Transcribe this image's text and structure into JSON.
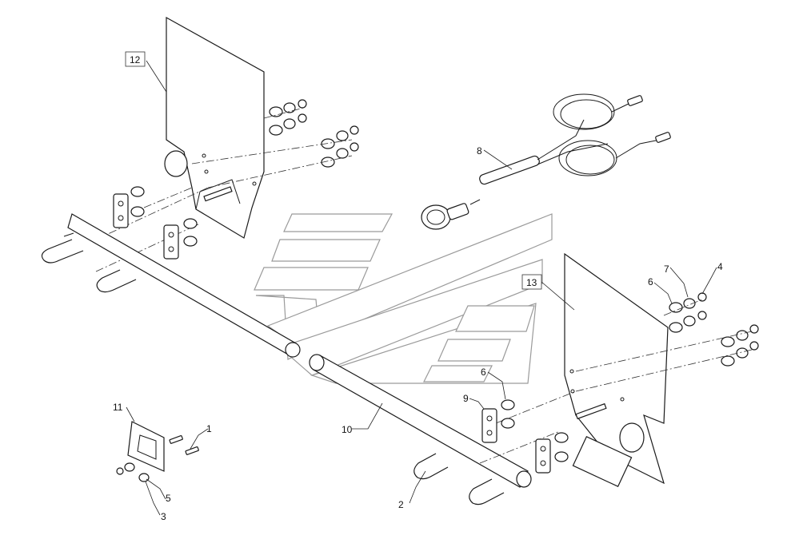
{
  "callouts": [
    {
      "id": "c1",
      "text": "1"
    },
    {
      "id": "c2",
      "text": "2"
    },
    {
      "id": "c3",
      "text": "3"
    },
    {
      "id": "c4",
      "text": "4"
    },
    {
      "id": "c5",
      "text": "5"
    },
    {
      "id": "c6a",
      "text": "6"
    },
    {
      "id": "c6b",
      "text": "6"
    },
    {
      "id": "c7",
      "text": "7"
    },
    {
      "id": "c8",
      "text": "8"
    },
    {
      "id": "c9",
      "text": "9"
    },
    {
      "id": "c10",
      "text": "10"
    },
    {
      "id": "c11",
      "text": "11"
    },
    {
      "id": "c12",
      "text": "12"
    },
    {
      "id": "c13",
      "text": "13"
    }
  ],
  "labels": {
    "p1": "1",
    "p2": "2",
    "p3": "3",
    "p4": "4",
    "p5": "5",
    "p6a": "6",
    "p6b": "6",
    "p7": "7",
    "p8": "8",
    "p9": "9",
    "p10": "10",
    "p11": "11",
    "p12": "12",
    "p13": "13"
  }
}
